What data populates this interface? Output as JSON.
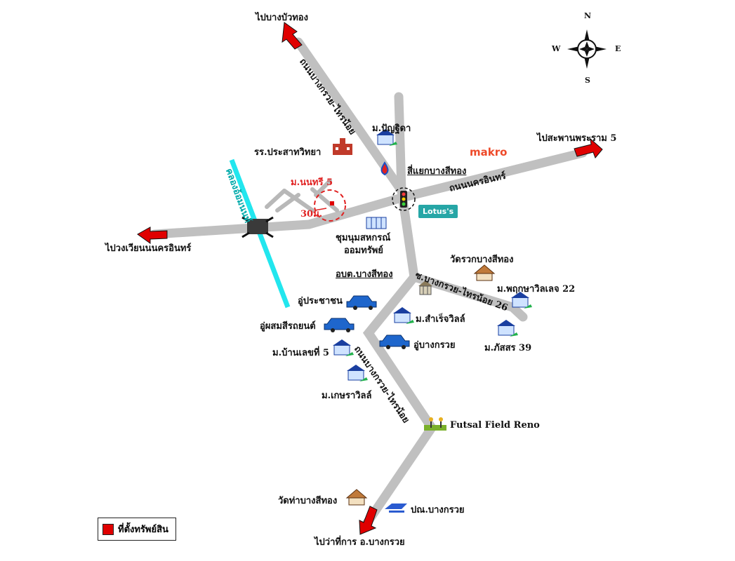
{
  "compass": {
    "n": "N",
    "s": "S",
    "e": "E",
    "w": "W"
  },
  "destinations": {
    "bang_bua_thong": "ไปบางบัวทอง",
    "saphan_rama5": "ไปสะพานพระราม 5",
    "wongwian_nonthaburi": "ไปวงเวียนนนครอินทร์",
    "amphoe_bang_kruai": "ไปว่าที่การ อ.บางกรวย"
  },
  "roads": {
    "bang_kruai_sai_noi_north": "ถนนบางกรวย-ไทรน้อย",
    "bang_kruai_sai_noi_south": "ถนนบางกรวย-ไทรน้อย",
    "nakhon_in": "ถนนนครอินทร์",
    "soi_26": "ซ.บางกรวย-ไทรน้อย 26",
    "canal": "คลองอ้อมนนท์"
  },
  "junction": "สี่แยกบางสีทอง",
  "property": {
    "name": "ม.นนทรี 5",
    "distance": "30ม."
  },
  "places": {
    "m_panyatida": "ม.ปัญฐิดา",
    "school": "รร.ประสาทวิทยา",
    "coop_line1": "ชุมนุมสหกรณ์",
    "coop_line2": "ออมทรัพย์",
    "wat_rak": "วัดรวกบางสีทอง",
    "obt": "อบต.บางสีทอง",
    "pruksa22": "ม.พฤกษาวิลเลจ 22",
    "garage_prachachon": "อู่ประชาชน",
    "garage_phasom": "อู่ผสมสีรถยนต์",
    "m_samrej": "ม.สำเร็จวิลล์",
    "m_phatsorn": "ม.ภัสสร 39",
    "garage_bang_kruai": "อู่บางกรวย",
    "m_ban_lek": "ม.บ้านเลขที่ 5",
    "m_kaset": "ม.เกษราวิลล์",
    "futsal": "Futsal Field Reno",
    "wat_tha": "วัดท่าบางสีทอง",
    "post_office": "ปณ.บางกรวย"
  },
  "brands": {
    "makro": "makro",
    "lotus": "Lotus's"
  },
  "legend": {
    "label": "ที่ตั้งทรัพย์สิน",
    "color": "#e00000"
  },
  "colors": {
    "road": "#c0c0c0",
    "canal": "#22e6ee",
    "arrow": "#e00000",
    "accent_red": "#e02020"
  }
}
